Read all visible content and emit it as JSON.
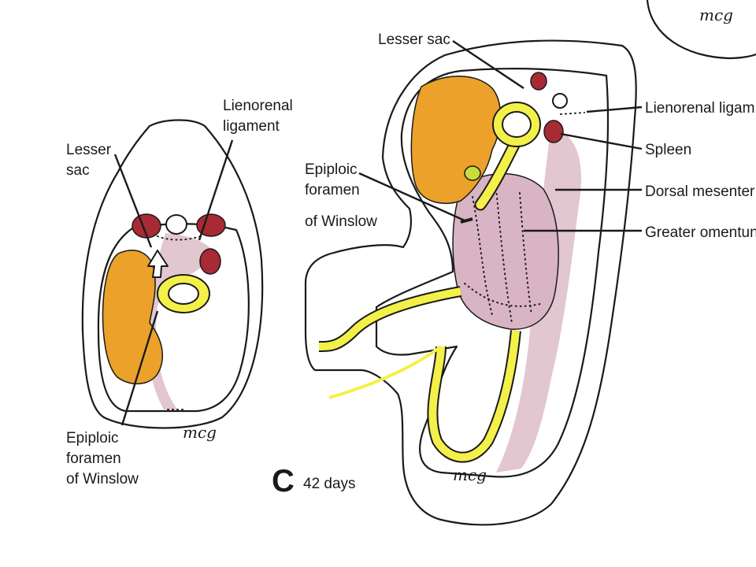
{
  "colors": {
    "liver": "#eba12a",
    "yellow_tissue": "#f4f04a",
    "mesentery_pink": "#e2c6d0",
    "spleen_red": "#a82a35",
    "outline": "#1a1a1a",
    "background": "#ffffff"
  },
  "left_figure": {
    "labels": {
      "lienorenal_1": "Lienorenal",
      "lienorenal_2": "ligament",
      "lesser_sac_1": "Lesser",
      "lesser_sac_2": "sac",
      "epiploic_1": "Epiploic",
      "epiploic_2": "foramen",
      "epiploic_3": "of Winslow"
    },
    "signature": "mcg"
  },
  "right_figure": {
    "labels": {
      "lesser_sac": "Lesser sac",
      "lienorenal": "Lienorenal ligam",
      "spleen": "Spleen",
      "dorsal_mesentery": "Dorsal mesenter",
      "greater_omentum": "Greater omentun",
      "epiploic_1": "Epiploic",
      "epiploic_2": "foramen",
      "epiploic_3": "of Winslow"
    },
    "panel_letter": "C",
    "age": "42 days",
    "signature": "mcg"
  },
  "top_right_fragment": {
    "signature": "mcg"
  }
}
